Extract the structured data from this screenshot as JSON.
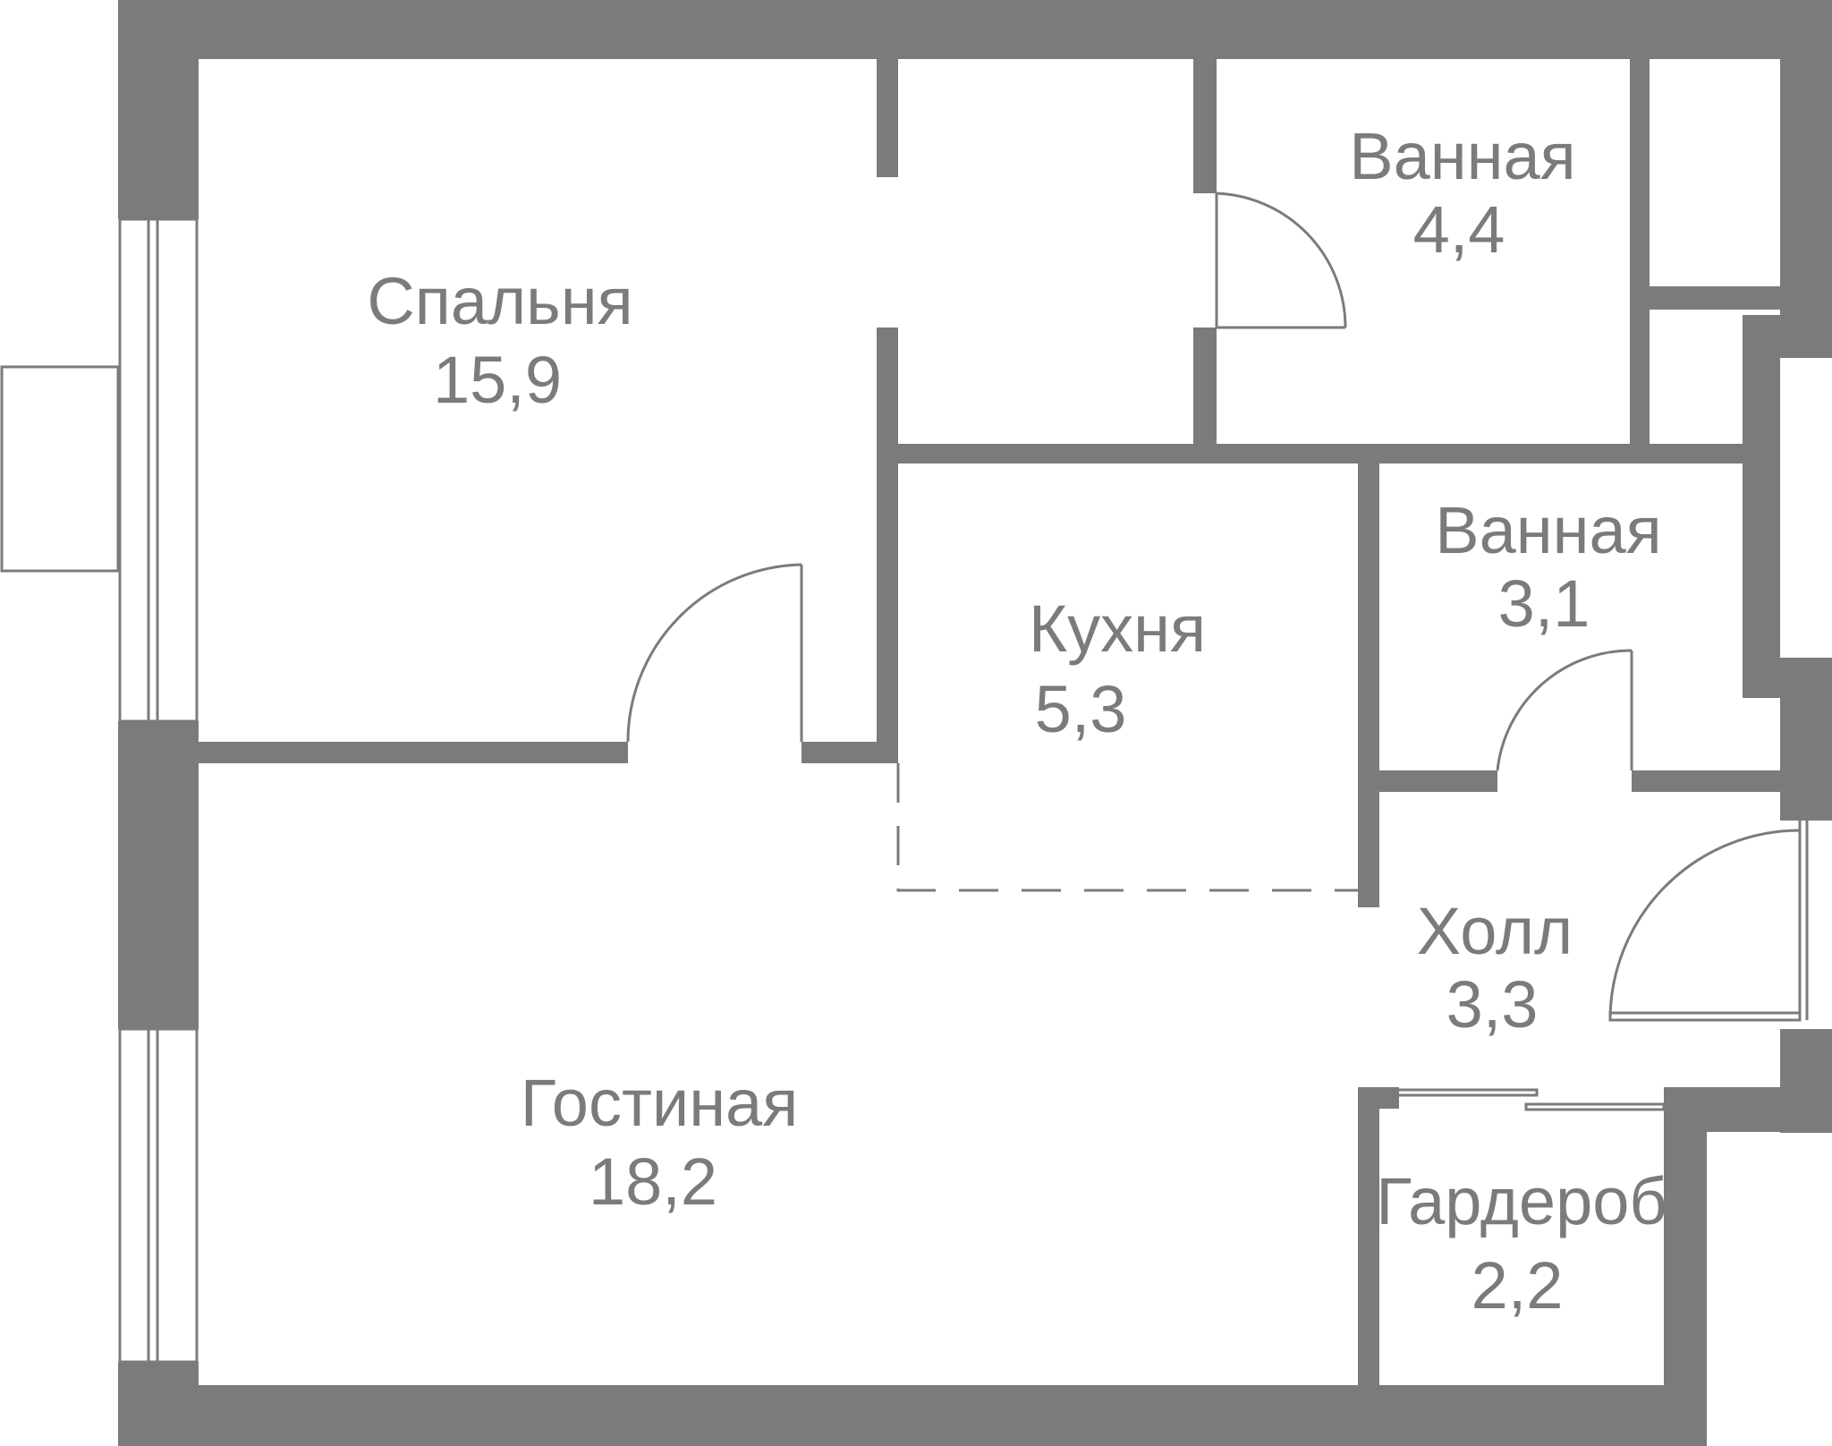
{
  "rooms": [
    {
      "id": "bedroom",
      "name": "Спальня",
      "area": "15,9"
    },
    {
      "id": "bath1",
      "name": "Ванная",
      "area": "4,4"
    },
    {
      "id": "bath2",
      "name": "Ванная",
      "area": "3,1"
    },
    {
      "id": "kitchen",
      "name": "Кухня",
      "area": "5,3"
    },
    {
      "id": "hall",
      "name": "Холл",
      "area": "3,3"
    },
    {
      "id": "living",
      "name": "Гостиная",
      "area": "18,2"
    },
    {
      "id": "wardrobe",
      "name": "Гардероб",
      "area": "2,2"
    }
  ],
  "colors": {
    "wall": "#7a7b7a",
    "background": "#ffffff"
  }
}
